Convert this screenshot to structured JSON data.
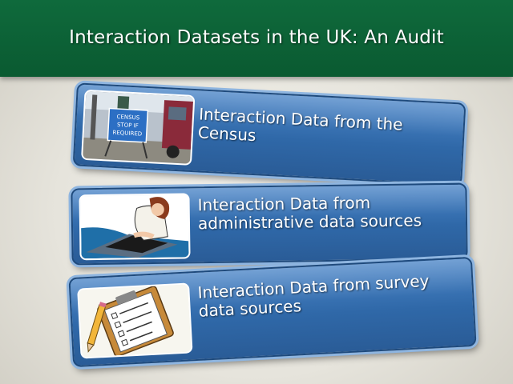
{
  "header": {
    "title": "Interaction Datasets in the UK: An Audit"
  },
  "items": [
    {
      "label": "Interaction Data from the Census",
      "image": "census-stop-sign-photo"
    },
    {
      "label": "Interaction Data from administrative data sources",
      "image": "person-typing-clipart"
    },
    {
      "label": "Interaction Data from survey data sources",
      "image": "clipboard-checklist-clipart"
    }
  ],
  "census_sign": {
    "line1": "CENSUS",
    "line2": "STOP IF",
    "line3": "REQUIRED"
  },
  "colors": {
    "header": "#0a5a31",
    "card": "#2f68a8",
    "card_border": "#8eb5e0"
  }
}
